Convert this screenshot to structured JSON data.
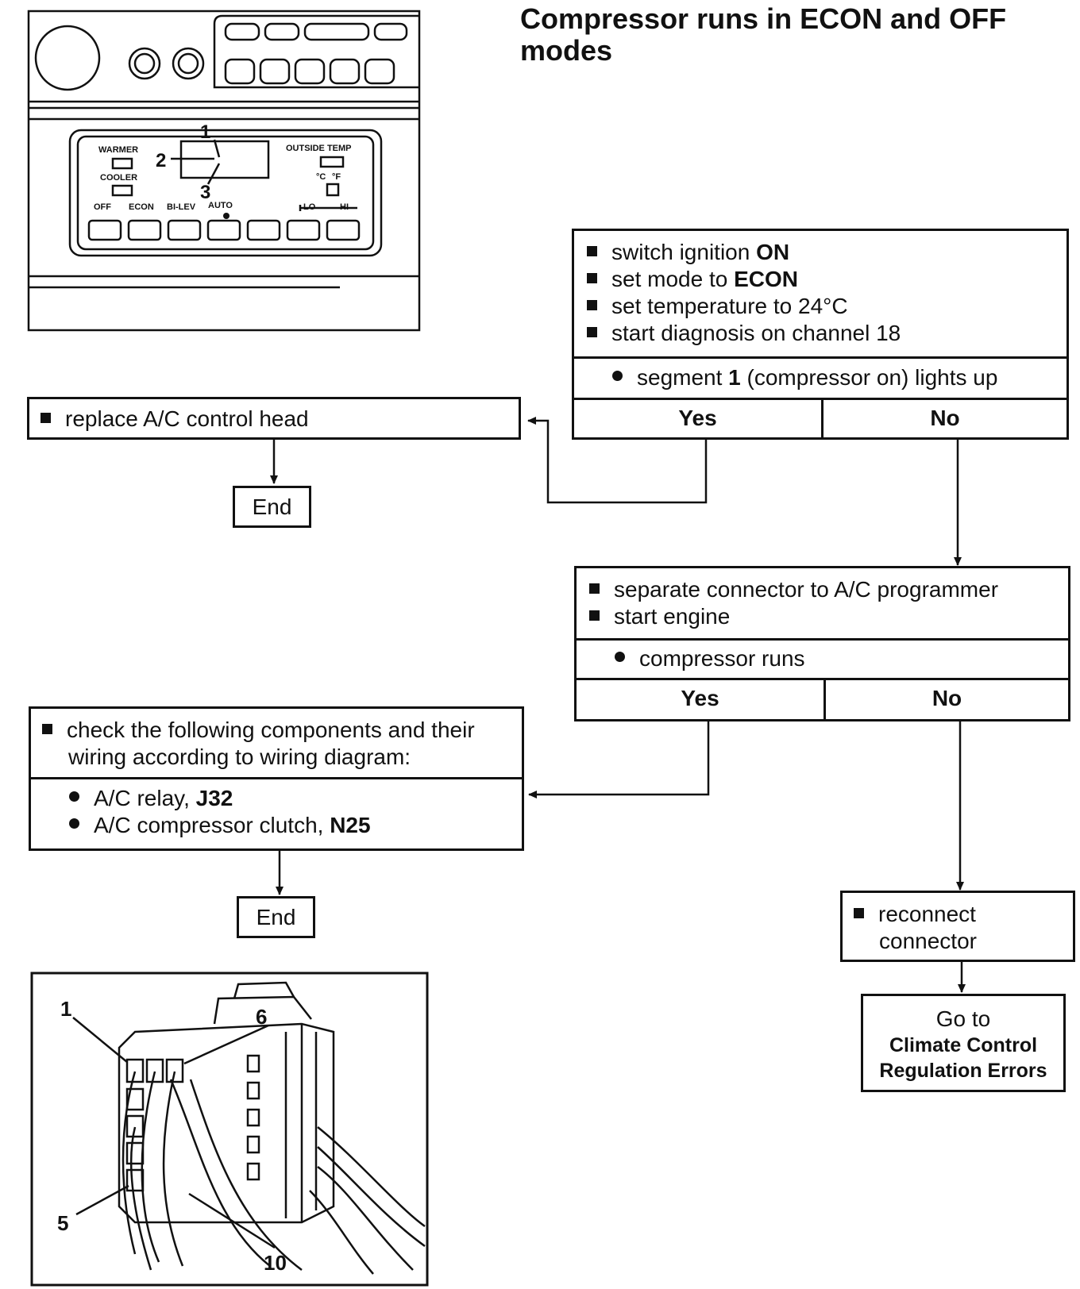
{
  "title": "Compressor runs in ECON and OFF modes",
  "panel": {
    "labels": {
      "warmer": "WARMER",
      "cooler": "COOLER",
      "outside_temp": "OUTSIDE TEMP",
      "celsius": "°C",
      "fahrenheit": "°F",
      "off": "OFF",
      "econ": "ECON",
      "bilev": "BI-LEV",
      "auto": "AUTO",
      "lo": "LO",
      "hi": "HI"
    },
    "callouts": [
      "1",
      "2",
      "3"
    ]
  },
  "step1": {
    "actions": [
      {
        "text": "switch ignition ",
        "bold": "ON"
      },
      {
        "text": "set mode to ",
        "bold": "ECON"
      },
      {
        "text": "set temperature to 24°C",
        "bold": ""
      },
      {
        "text": "start diagnosis on channel 18",
        "bold": ""
      }
    ],
    "check": {
      "pre": "segment ",
      "bold": "1",
      "post": " (compressor on) lights up"
    },
    "yes": "Yes",
    "no": "No"
  },
  "replace_box": {
    "text": "replace A/C control head"
  },
  "end1": "End",
  "step2": {
    "actions": [
      "separate connector to A/C programmer",
      "start engine"
    ],
    "check": "compressor runs",
    "yes": "Yes",
    "no": "No"
  },
  "check_box": {
    "line1": "check the following components and their",
    "line2": "wiring according to wiring diagram:",
    "items": [
      {
        "text": "A/C relay, ",
        "bold": "J32"
      },
      {
        "text": "A/C compressor clutch, ",
        "bold": "N25"
      }
    ]
  },
  "end2": "End",
  "reconnect_box": {
    "line1": "reconnect",
    "line2": "connector"
  },
  "goto_box": {
    "line1": "Go to",
    "line2": "Climate Control",
    "line3": "Regulation Errors"
  },
  "connector": {
    "callouts": [
      "1",
      "6",
      "5",
      "10"
    ]
  }
}
